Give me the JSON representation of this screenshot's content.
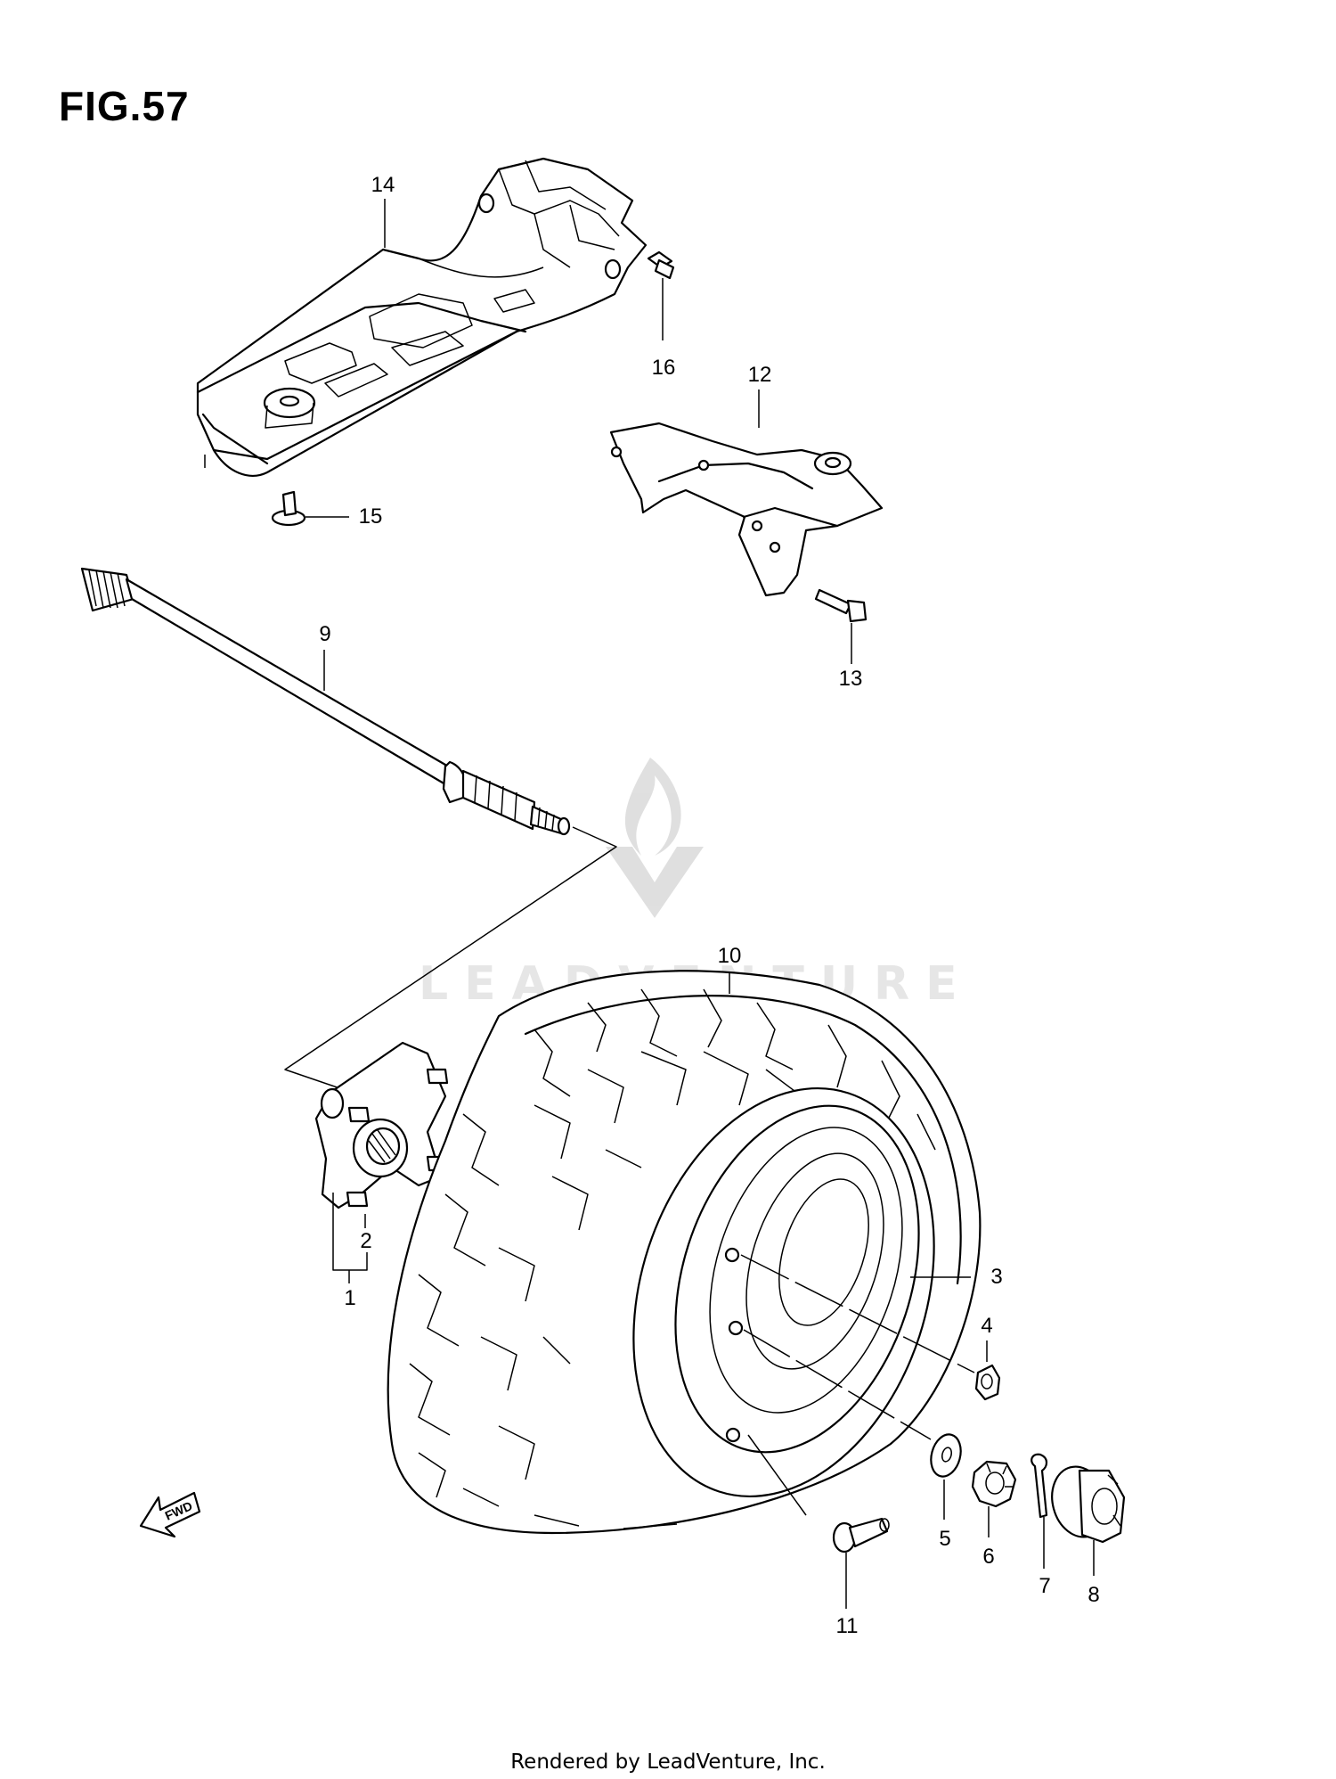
{
  "figure_title": "FIG.57",
  "watermark": "LEADVENTURE",
  "footer": "Rendered by LeadVenture, Inc.",
  "callouts": {
    "c1": "1",
    "c2": "2",
    "c3": "3",
    "c4": "4",
    "c5": "5",
    "c6": "6",
    "c7": "7",
    "c8": "8",
    "c9": "9",
    "c10": "10",
    "c11": "11",
    "c12": "12",
    "c13": "13",
    "c14": "14",
    "c15": "15",
    "c16": "16"
  },
  "fwd_label": "FWD"
}
